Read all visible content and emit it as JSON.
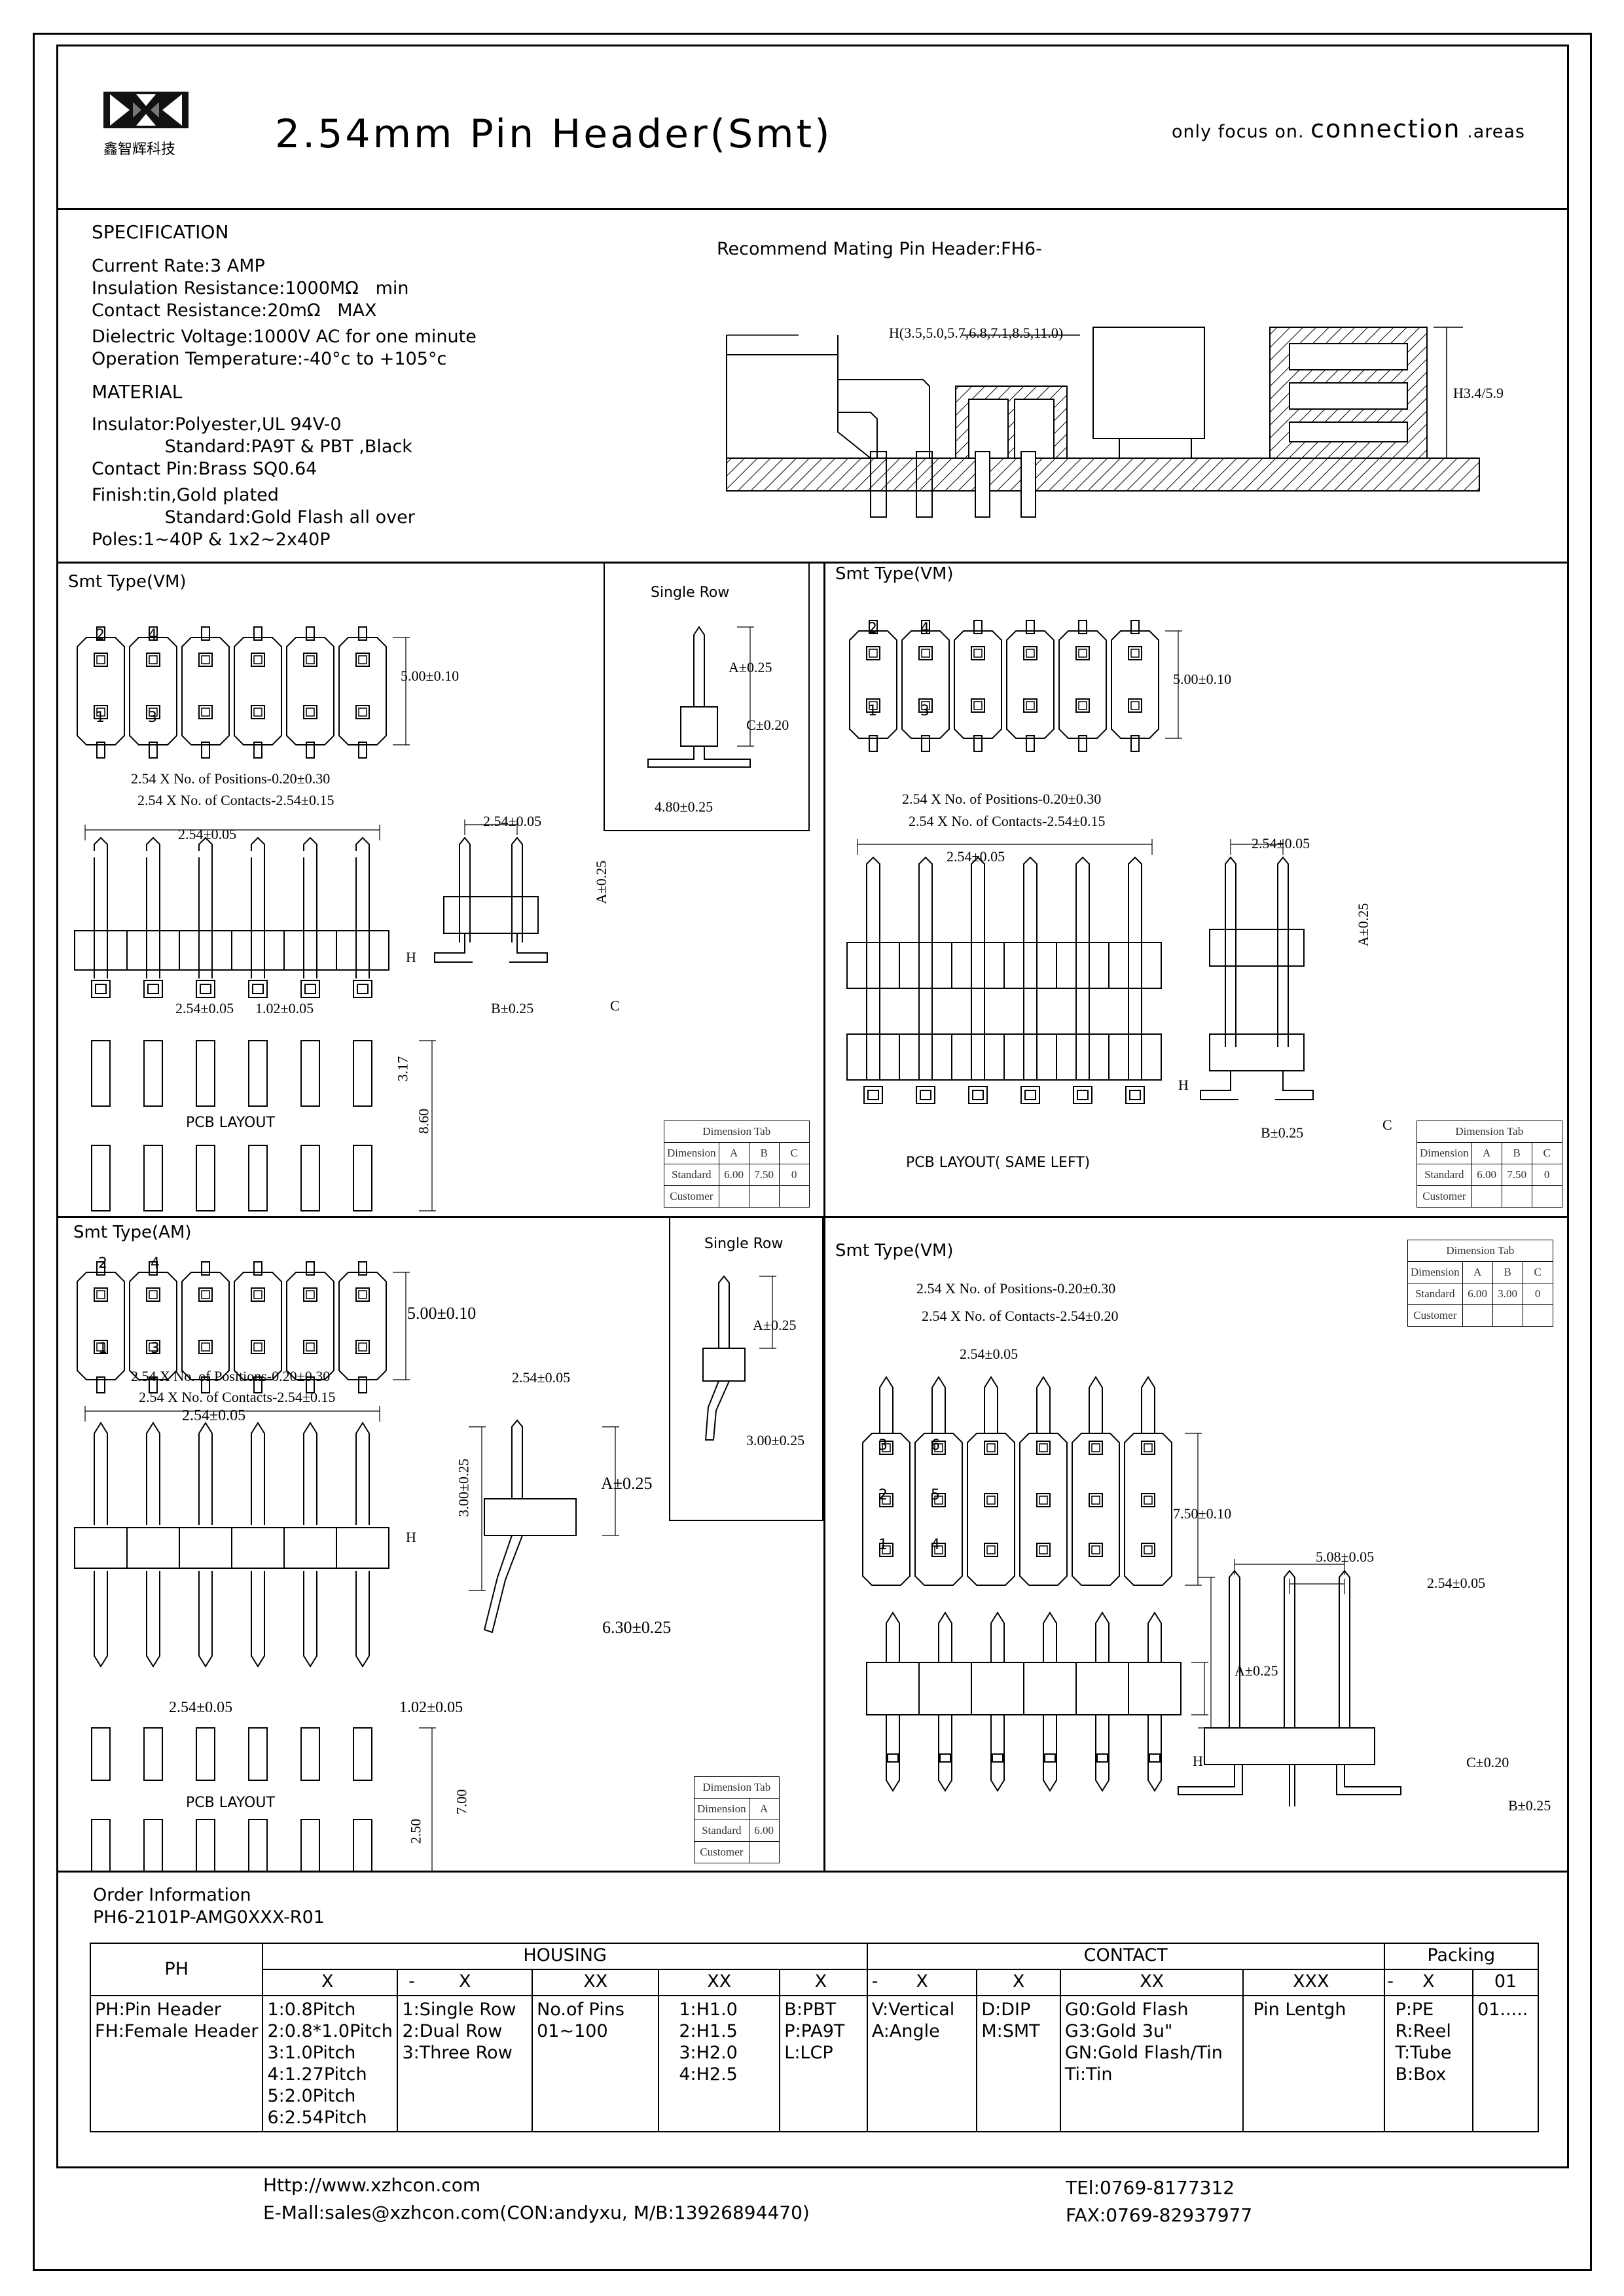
{
  "header": {
    "logo_text": "鑫智辉科技",
    "title": "2.54mm Pin Header(Smt)",
    "slogan_pre": "only focus on.",
    "slogan_main": "connection",
    "slogan_post": ".areas"
  },
  "specification": {
    "heading": "SPECIFICATION",
    "lines": [
      "Current Rate:3 AMP",
      "Insulation Resistance:1000MΩ   min",
      "Contact Resistance:20mΩ   MAX",
      "Dielectric Voltage:1000V AC for one minute",
      "Operation Temperature:-40°c to +105°c"
    ],
    "material_heading": "MATERIAL",
    "material_lines": [
      "Insulator:Polyester,UL 94V-0",
      "             Standard:PA9T & PBT ,Black",
      "Contact Pin:Brass SQ0.64",
      "Finish:tin,Gold plated",
      "             Standard:Gold Flash all over",
      "Poles:1~40P & 1x2~2x40P"
    ]
  },
  "mating": {
    "title": "Recommend Mating Pin Header:FH6-",
    "h_label": "H(3.5,5.0,5.7,6.8,7.1,8.5,11.0)",
    "h2_label": "H3.4/5.9"
  },
  "panel_tl": {
    "title": "Smt Type(VM)",
    "pins_top": [
      "2",
      "4"
    ],
    "pins_bottom": [
      "1",
      "3"
    ],
    "height_dim": "5.00±0.10",
    "positions_dim": "2.54 X No. of Positions-0.20±0.30",
    "contacts_dim": "2.54 X No. of Contacts-2.54±0.15",
    "pitch_dim": "2.54±0.05",
    "pitch_dim2": "2.54±0.05",
    "pad_dim": "1.02±0.05",
    "side_pitch": "2.54±0.05",
    "a_dim": "A±0.25",
    "h_dim": "H",
    "c_dim": "C",
    "b_dim": "B±0.25",
    "pad_h": "3.17",
    "pcb_total": "8.60",
    "pcb_label": "PCB LAYOUT"
  },
  "single_row_1": {
    "title": "Single Row",
    "a_dim": "A±0.25",
    "c_dim": "C±0.20",
    "w_dim": "4.80±0.25"
  },
  "panel_tr": {
    "title": "Smt Type(VM)",
    "pins_top": [
      "2",
      "4"
    ],
    "pins_bottom": [
      "1",
      "3"
    ],
    "height_dim": "5.00±0.10",
    "positions_dim": "2.54 X No. of Positions-0.20±0.30",
    "contacts_dim": "2.54 X No. of Contacts-2.54±0.15",
    "pitch_dim": "2.54±0.05",
    "side_pitch": "2.54±0.05",
    "a_dim": "A±0.25",
    "h_dim": "H",
    "c_dim": "C",
    "b_dim": "B±0.25",
    "pcb_label": "PCB LAYOUT( SAME LEFT)"
  },
  "dim_table_1": {
    "title": "Dimension Tab",
    "cols": [
      "Dimension",
      "A",
      "B",
      "C"
    ],
    "rows": [
      [
        "Standard",
        "6.00",
        "7.50",
        "0"
      ],
      [
        "Customer",
        "",
        "",
        ""
      ]
    ]
  },
  "dim_table_2": {
    "title": "Dimension Tab",
    "cols": [
      "Dimension",
      "A",
      "B",
      "C"
    ],
    "rows": [
      [
        "Standard",
        "6.00",
        "7.50",
        "0"
      ],
      [
        "Customer",
        "",
        "",
        ""
      ]
    ]
  },
  "panel_bl": {
    "title": "Smt Type(AM)",
    "pins_top": [
      "2",
      "4"
    ],
    "pins_bottom": [
      "1",
      "3"
    ],
    "height_dim": "5.00±0.10",
    "positions_dim": "2.54 X No. of Positions-0.20±0.30",
    "contacts_dim": "2.54 X No. of Contacts-2.54±0.15",
    "pitch_dim": "2.54±0.05",
    "side_pitch": "2.54±0.05",
    "side_h": "3.00±0.25",
    "a_dim": "A±0.25",
    "h_dim": "H",
    "leg_dim": "6.30±0.25",
    "pcb_pitch": "2.54±0.05",
    "pad_dim": "1.02±0.05",
    "pad_h": "2.50",
    "pcb_total": "7.00",
    "pcb_label": "PCB LAYOUT"
  },
  "single_row_2": {
    "title": "Single Row",
    "a_dim": "A±0.25",
    "c_dim": "3.00±0.25"
  },
  "dim_table_3": {
    "title": "Dimension Tab",
    "cols": [
      "Dimension",
      "A"
    ],
    "rows": [
      [
        "Standard",
        "6.00"
      ],
      [
        "Customer",
        ""
      ]
    ]
  },
  "panel_br": {
    "title": "Smt Type(VM)",
    "pins_left": [
      "3",
      "2",
      "1"
    ],
    "pins_right": [
      "6",
      "5",
      "4"
    ],
    "positions_dim": "2.54 X No. of Positions-0.20±0.30",
    "contacts_dim": "2.54 X No. of Contacts-2.54±0.20",
    "pitch_dim": "2.54±0.05",
    "height_dim": "7.50±0.10",
    "side_pitch_1": "5.08±0.05",
    "side_pitch_2": "2.54±0.05",
    "a_dim": "A±0.25",
    "h_dim": "H",
    "c_dim": "C±0.20",
    "b_dim": "B±0.25"
  },
  "dim_table_4": {
    "title": "Dimension Tab",
    "cols": [
      "Dimension",
      "A",
      "B",
      "C"
    ],
    "rows": [
      [
        "Standard",
        "6.00",
        "3.00",
        "0"
      ],
      [
        "Customer",
        "",
        "",
        ""
      ]
    ]
  },
  "order": {
    "heading": "Order Information",
    "code": "PH6-2101P-AMG0XXX-R01",
    "col_ph": "PH",
    "group_housing": "HOUSING",
    "group_contact": "CONTACT",
    "group_packing": "Packing",
    "codes": [
      "X",
      "-",
      "X",
      "XX",
      "XX",
      "X",
      "-",
      "X",
      "X",
      "XX",
      "XXX",
      "-",
      "X",
      "01"
    ],
    "options": {
      "ph": "PH:Pin Header\nFH:Female Header",
      "pitch": "1:0.8Pitch\n2:0.8*1.0Pitch\n3:1.0Pitch\n4:1.27Pitch\n5:2.0Pitch\n6:2.54Pitch",
      "row": "1:Single Row\n2:Dual Row\n3:Three Row",
      "pins": "No.of Pins\n01~100",
      "height": "1:H1.0\n2:H1.5\n3:H2.0\n4:H2.5",
      "material": "B:PBT\nP:PA9T\nL:LCP",
      "angle": "V:Vertical\nA:Angle",
      "mount": "D:DIP\nM:SMT",
      "plating": "G0:Gold Flash\nG3:Gold 3u\"\nGN:Gold Flash/Tin\nTi:Tin",
      "pin_length": "Pin Lentgh",
      "packing": "P:PE\nR:Reel\nT:Tube\nB:Box",
      "packing_num": "01....."
    }
  },
  "footer": {
    "web": "Http://www.xzhcon.com",
    "email": "E-Mall:sales@xzhcon.com(CON:andyxu, M/B:13926894470)",
    "tel": "TEl:0769-8177312",
    "fax": "FAX:0769-82937977"
  }
}
